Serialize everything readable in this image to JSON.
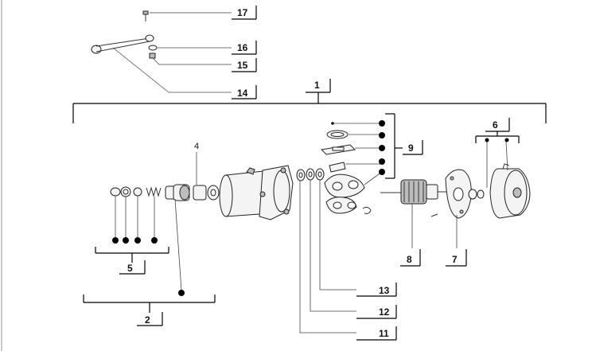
{
  "labels": {
    "l1": "1",
    "l2": "2",
    "l4": "4",
    "l5": "5",
    "l6": "6",
    "l7": "7",
    "l8": "8",
    "l9": "9",
    "l11": "11",
    "l12": "12",
    "l13": "13",
    "l14": "14",
    "l15": "15",
    "l16": "16",
    "l17": "17"
  }
}
